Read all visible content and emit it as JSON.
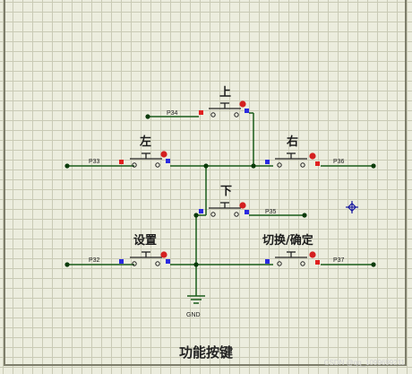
{
  "colors": {
    "wire": "#1a5c1a",
    "node": "#0a3a0a",
    "pin_red": "#e02020",
    "pin_blue": "#2a2ae0",
    "switch": "#222222",
    "marker": "#1a1aa0"
  },
  "buttons": {
    "up": {
      "label": "上",
      "net": "P34"
    },
    "left": {
      "label": "左",
      "net": "P33"
    },
    "right": {
      "label": "右",
      "net": "P36"
    },
    "down": {
      "label": "下",
      "net": "P35"
    },
    "set": {
      "label": "设置",
      "net": "P32"
    },
    "confirm": {
      "label": "切换/确定",
      "net": "P37"
    }
  },
  "ground": {
    "label": "GND"
  },
  "caption": "功能按键",
  "watermark": "CSDN @qq_1099699211"
}
